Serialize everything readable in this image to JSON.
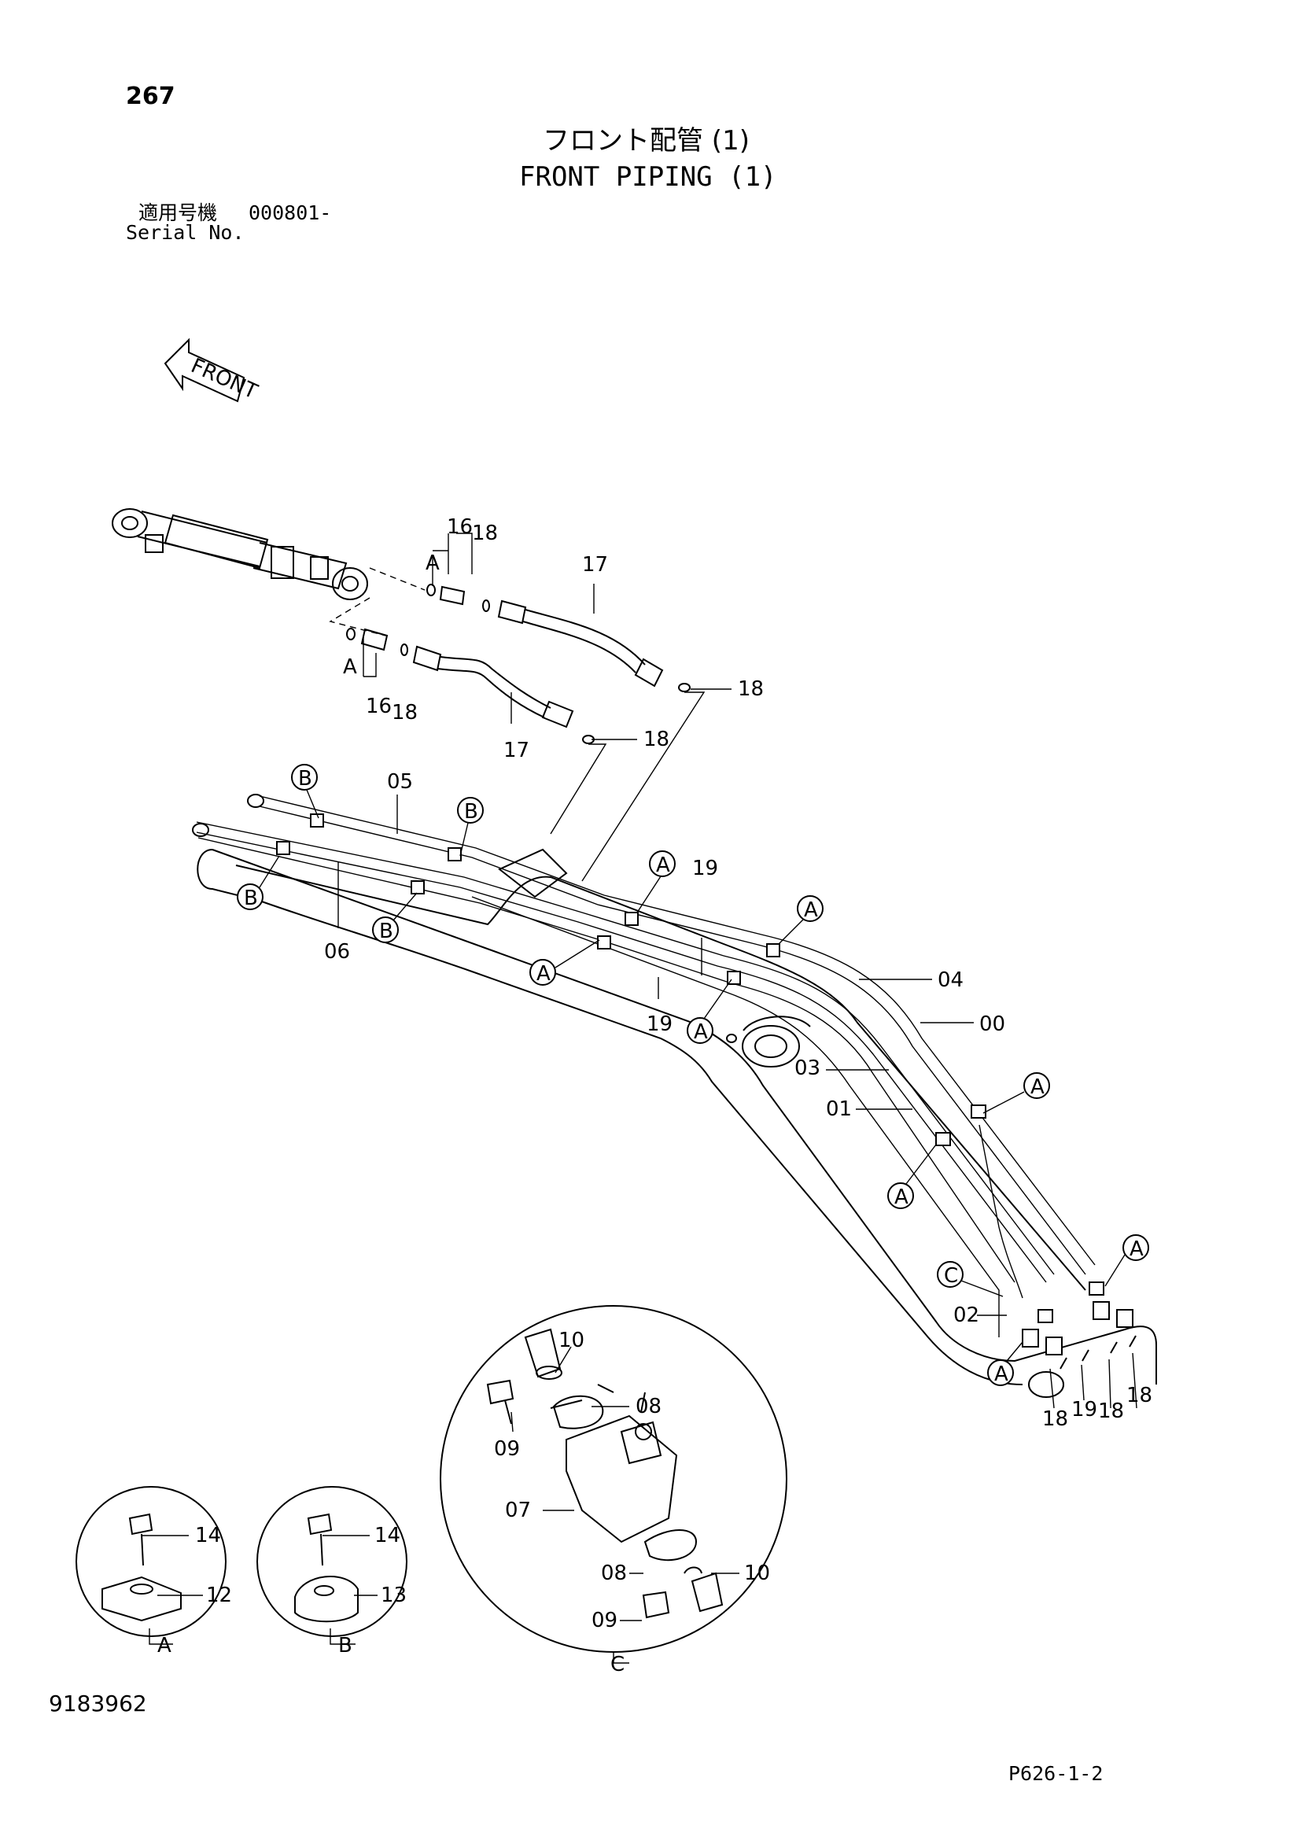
{
  "header": {
    "page_number": "267",
    "title_jp": "フロント配管 (1)",
    "title_en": "FRONT PIPING (1)",
    "serial_label_jp": "適用号機",
    "serial_value": "000801-",
    "serial_label_en": "Serial No."
  },
  "front_arrow": "FRONT",
  "callouts": {
    "c00": "00",
    "c01": "01",
    "c02": "02",
    "c03": "03",
    "c04": "04",
    "c05": "05",
    "c06": "06",
    "c07": "07",
    "c08": "08",
    "c09": "09",
    "c10": "10",
    "c12": "12",
    "c13": "13",
    "c14": "14",
    "c16": "16",
    "c17": "17",
    "c18": "18",
    "c19": "19"
  },
  "detail_refs": {
    "a": "A",
    "b": "B",
    "c": "C"
  },
  "footer": {
    "doc_number": "9183962",
    "page_code": "P626-1-2"
  }
}
